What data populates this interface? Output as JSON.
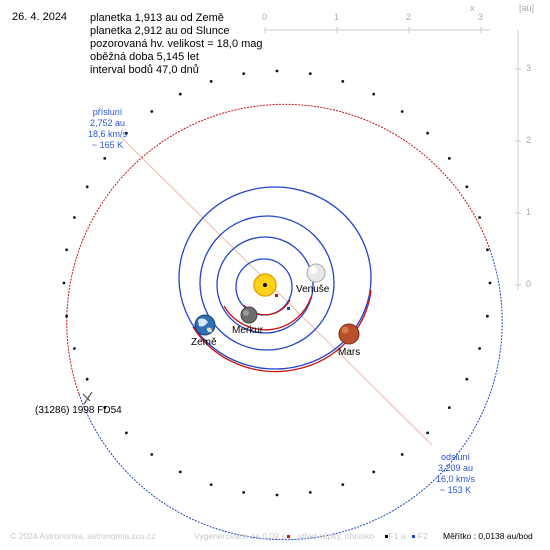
{
  "header": {
    "date": "26. 4. 2024",
    "lines": [
      "planetka 1,913 au od Země",
      "planetka 2,912 au od Slunce",
      "pozorovaná hv. velikost = 18,0 mag",
      "oběžná doba 5,145 let",
      "interval bodů 47,0 dnů"
    ]
  },
  "axes": {
    "x_ticks": [
      "0",
      "1",
      "2",
      "3"
    ],
    "y_ticks": [
      "3",
      "2",
      "1",
      "0"
    ],
    "x_letter": "x",
    "unit": "[au]"
  },
  "perihelion": {
    "title": "přísluní",
    "dist": "2,752 au",
    "speed": "18,6 km/s",
    "temp": "~ 165 K"
  },
  "aphelion": {
    "title": "odsluní",
    "dist": "3,209 au",
    "speed": "16,0 km/s",
    "temp": "~ 153 K"
  },
  "planets": {
    "earth": "Země",
    "mercury": "Merkur",
    "venus": "Venuše",
    "mars": "Mars"
  },
  "asteroid": "(31286) 1998 FD54",
  "footer": {
    "copyright": "© 2024 Astronomia, astronomia.zcu.cz",
    "generated": "Vygenerováno za 0,09 s",
    "legend_center": "střed elipsy, ohnisko",
    "legend_f1": "F1 a",
    "legend_f2": "F2",
    "scale": "Měřítko : 0,0138 au/bod"
  },
  "colors": {
    "orbit_above": "#2244cc",
    "orbit_below": "#cc1111",
    "axis": "#cccccc",
    "label": "#2b55d6"
  }
}
